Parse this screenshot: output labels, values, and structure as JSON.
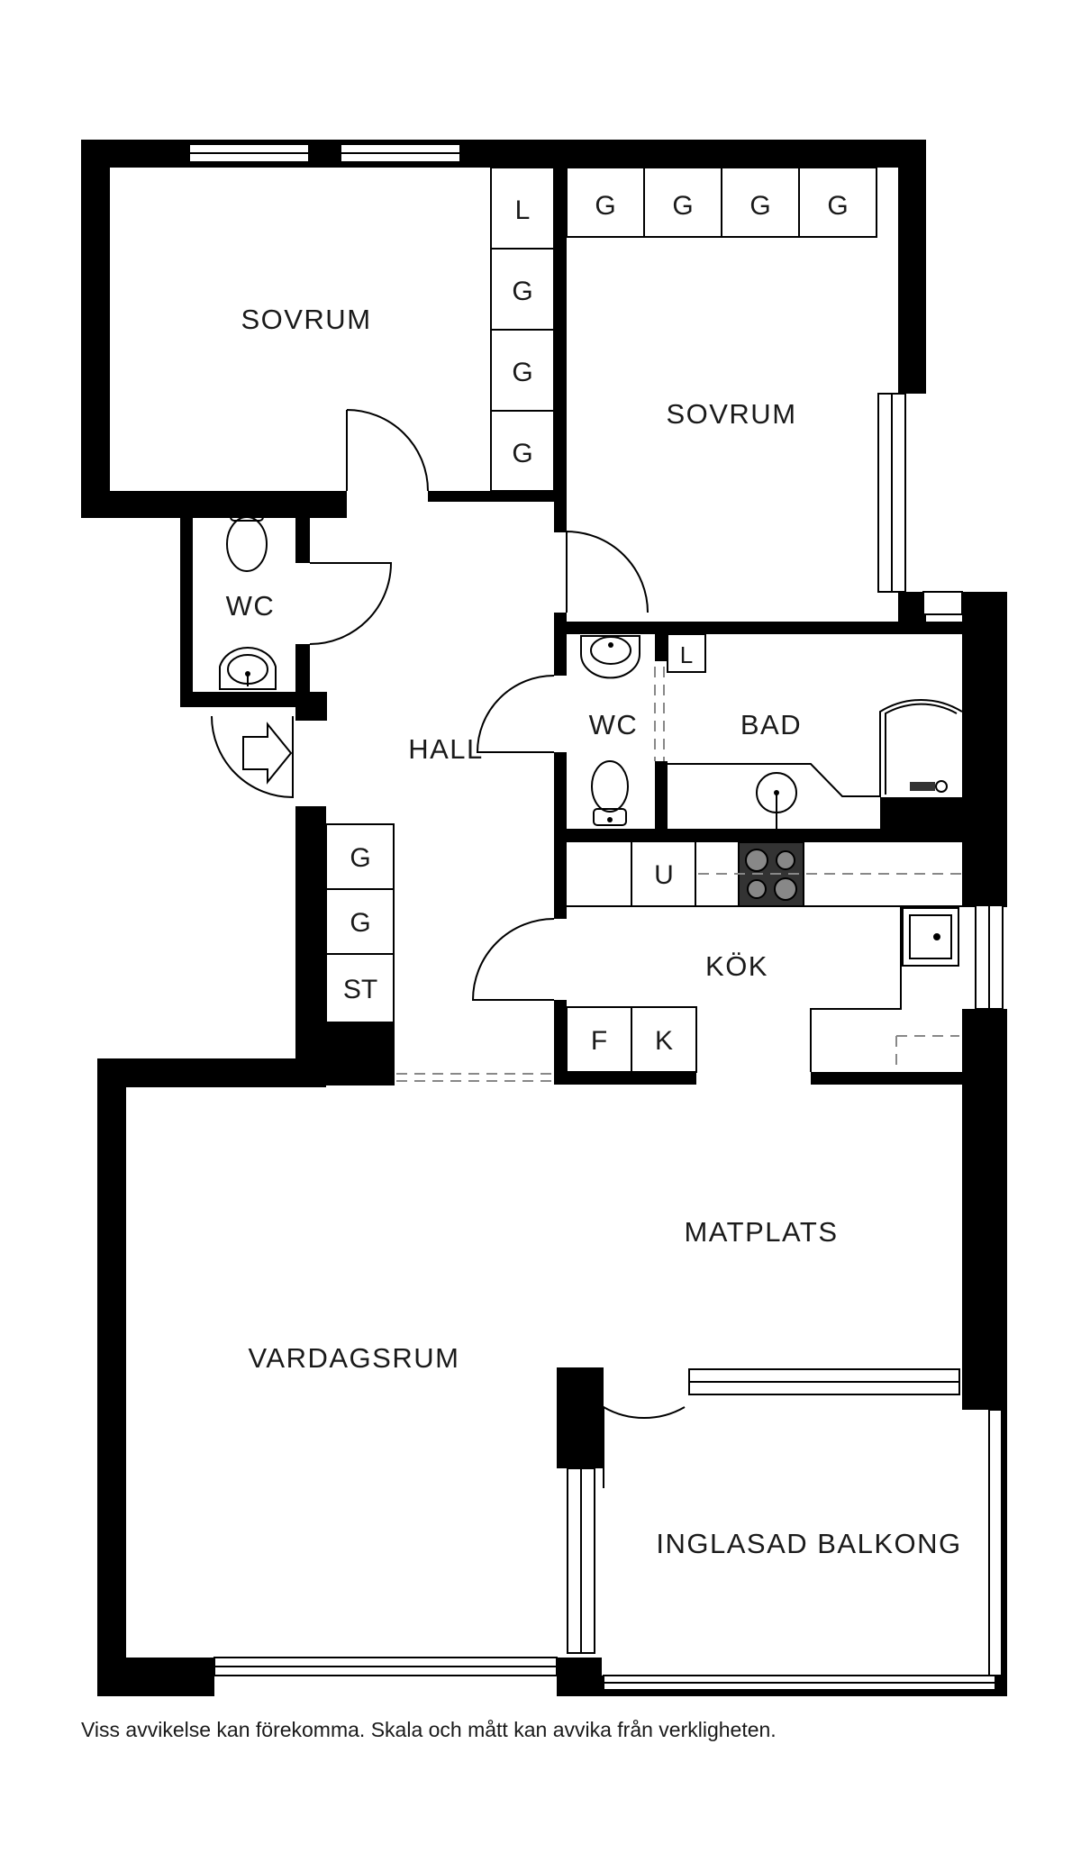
{
  "rooms": {
    "sovrum_1": "SOVRUM",
    "sovrum_2": "SOVRUM",
    "wc_1": "WC",
    "wc_2": "WC",
    "hall": "HALL",
    "bad": "BAD",
    "kok": "KÖK",
    "matplats": "MATPLATS",
    "vardagsrum": "VARDAGSRUM",
    "balkong": "INGLASAD BALKONG"
  },
  "cabinets": {
    "sov1_l": "L",
    "sov1_g1": "G",
    "sov1_g2": "G",
    "sov1_g3": "G",
    "sov2_g1": "G",
    "sov2_g2": "G",
    "sov2_g3": "G",
    "sov2_g4": "G",
    "bad_l": "L",
    "hall_g1": "G",
    "hall_g2": "G",
    "hall_st": "ST",
    "kok_u": "U",
    "kok_f": "F",
    "kok_k": "K"
  },
  "disclaimer": "Viss avvikelse kan förekomma. Skala och mått kan avvika från verkligheten."
}
